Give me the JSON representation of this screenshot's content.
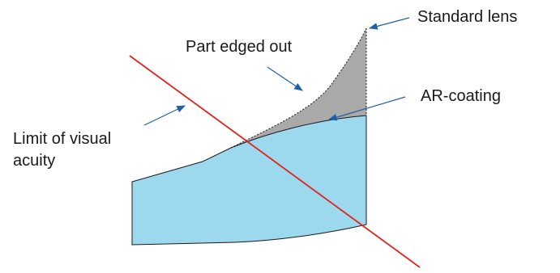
{
  "labels": {
    "standard_lens": "Standard lens",
    "part_edged_out": "Part edged out",
    "ar_coating": "AR-coating",
    "limit_line1": "Limit of visual",
    "limit_line2": "acuity"
  },
  "colors": {
    "lens_fill": "#9cd9ef",
    "edged_fill": "#a9a9a9",
    "red_line": "#e2231a",
    "arrow": "#1f5fa8",
    "outline": "#1a1a1a"
  }
}
